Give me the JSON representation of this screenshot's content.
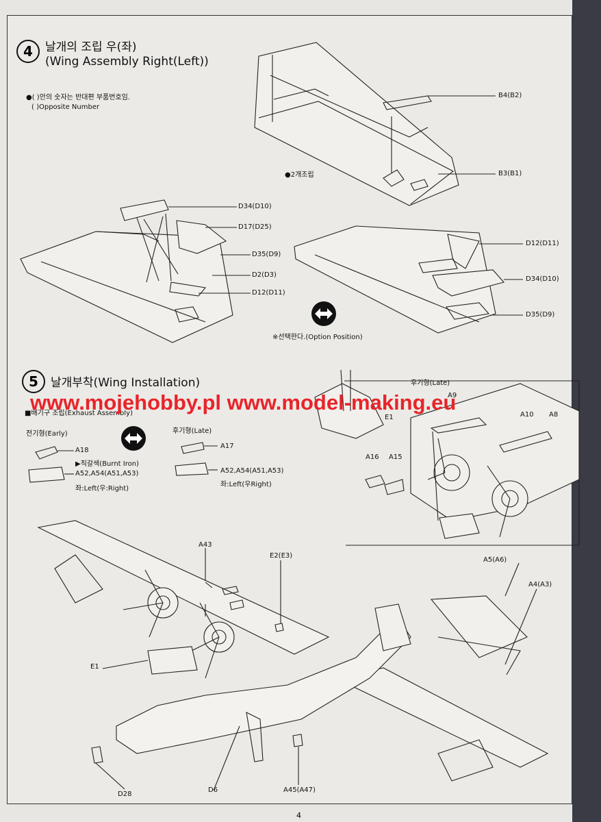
{
  "step4": {
    "number": "4",
    "title_ko": "날개의 조립 우(좌)",
    "title_en": "(Wing Assembly Right(Left))",
    "note_ko": "●(  )안의 숫자는 반대편 부품번호임.",
    "note_en": "(  )Opposite Number",
    "assembly_note": "●2개조립",
    "option_label": "※선택한다.(Option Position)",
    "parts_top": [
      "B4(B2)",
      "B3(B1)"
    ],
    "parts_left": [
      "D34(D10)",
      "D17(D25)",
      "D35(D9)",
      "D2(D3)",
      "D12(D11)"
    ],
    "parts_right": [
      "D12(D11)",
      "D34(D10)",
      "D35(D9)"
    ]
  },
  "step5": {
    "number": "5",
    "title": "날개부착(Wing Installation)",
    "subtitle": "■배기구 조립(Exhaust Assembly)",
    "early_label": "전기형(Early)",
    "late_label": "후기형(Late)",
    "early_parts": [
      "A18",
      "▶직갈색(Burnt Iron)",
      "A52,A54(A51,A53)",
      "좌:Left(우:Right)"
    ],
    "late_parts": [
      "A17",
      "A52,A54(A51,A53)",
      "좌:Left(우Right)"
    ],
    "inset_title": "후기형(Late)",
    "inset_parts": [
      "E1",
      "A9",
      "A10",
      "A8",
      "A16",
      "A15"
    ],
    "main_parts": [
      "A43",
      "E2(E3)",
      "A5(A6)",
      "A4(A3)",
      "E1",
      "D28",
      "D6",
      "A45(A47)"
    ]
  },
  "watermark": "www.mojehobby.pl www.model-making.eu",
  "page_number": "4"
}
